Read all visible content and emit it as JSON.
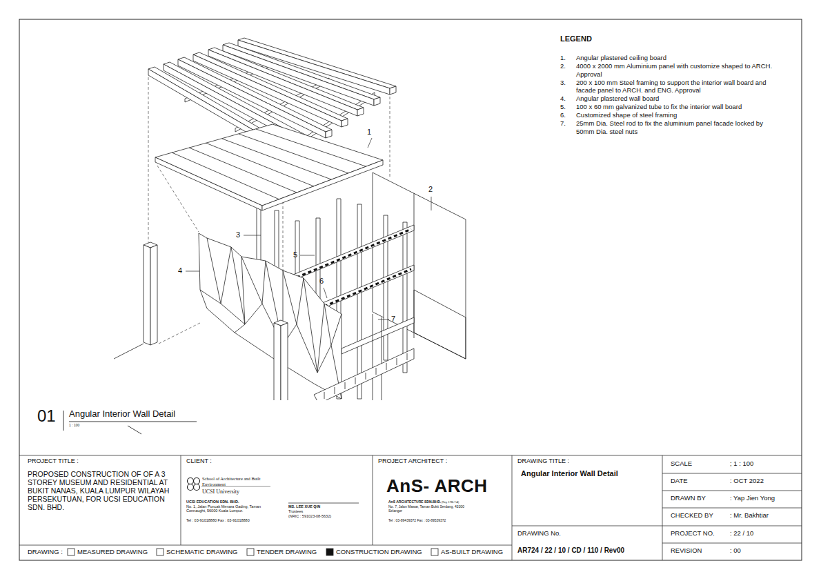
{
  "diagram": {
    "title": "Angular Interior Wall Detail",
    "labels": [
      "LEGEND",
      "1.",
      "2.",
      "3.",
      "4.",
      "5.",
      "6.",
      "7.",
      "1",
      "2",
      "3",
      "4",
      "5",
      "6",
      "7",
      "01",
      "1 : 100",
      "PROJECT TITLE :",
      "PROPOSED CONSTRUCTION OF OF A 3 STOREY MUSEUM AND RESIDENTIAL AT BUKIT NANAS, KUALA LUMPUR WILAYAH PERSEKUTUAN, FOR UCSI EDUCATION SDN. BHD.",
      "CLIENT :",
      "School of Architecture and Built Environment",
      "UCSI University",
      "UCSI EDUCATION SDN. BHD.",
      "No. 1, Jalan Puncak Menara Gading, Taman Connaught, 56000 Kuala Lumpur.",
      "Tel : 03-91018880 Fax : 03-91018880",
      "MS. LEE XUE QIN",
      "Trustees",
      "(NRIC : 591023-08-5632)",
      "PROJECT ARCHITECT :",
      "AnS- ARCH",
      "AnS ARCHITECTURE SDN.BHD.",
      "(Reg. 1786-T-A)",
      "No. 7, Jalan Mawar, Taman Bukit Serdang, 43300 Selangor",
      "Tel : 03-89439372 Fax : 03-89539372",
      "DRAWING TITLE :",
      "Angular Interior Wall Detail",
      "DRAWING No.",
      "AR724 / 22 / 10 / CD / 110 / Rev00",
      "SCALE",
      "; 1 : 100",
      "DATE",
      ": OCT 2022",
      "DRAWN BY",
      ": Yap Jien Yong",
      "CHECKED BY",
      ": Mr. Bakhtiar",
      "PROJECT NO.",
      ": 22 / 10",
      "REVISION",
      ": 00",
      "DRAWING :",
      "MEASURED DRAWING",
      "SCHEMATIC DRAWING",
      "TENDER DRAWING",
      "CONSTRUCTION DRAWING",
      "AS-BUILT DRAWING"
    ],
    "legend": [
      {
        "text": "Angular plastered ceiling board"
      },
      {
        "text": "4000 x 2000 mm Aluminium panel with customize shaped to ARCH. Approval"
      },
      {
        "text": "200 x 100 mm Steel framing to support the interior wall board and facade panel to ARCH. and ENG. Approval"
      },
      {
        "text": "Angular plastered wall board"
      },
      {
        "text": "100 x 60 mm galvanized tube to fix the interior wall board"
      },
      {
        "text": "Customized shape of steel framing"
      },
      {
        "text": "25mm Dia. Steel rod to fix the aluminium panel facade locked by 50mm Dia. steel nuts"
      }
    ]
  }
}
